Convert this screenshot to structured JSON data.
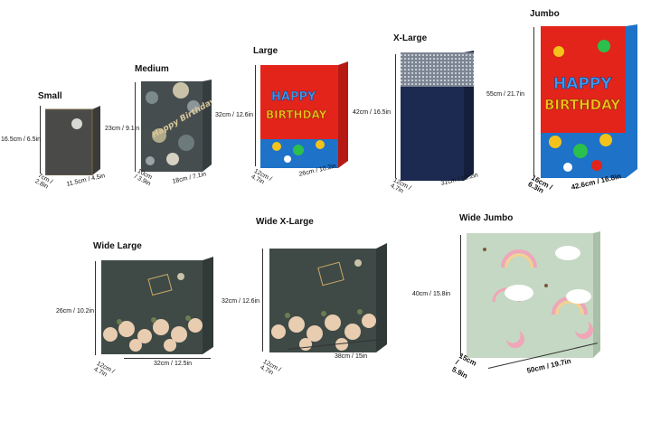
{
  "bags": [
    {
      "name": "Small",
      "height": "16.5cm / 6.5in",
      "width": "11.5cm / 4.5in",
      "depth": "7cm / 2.8in"
    },
    {
      "name": "Medium",
      "height": "23cm / 9.1in",
      "width": "18cm / 7.1in",
      "depth": "10cm / 3.9in"
    },
    {
      "name": "Large",
      "height": "32cm / 12.6in",
      "width": "26cm / 10.2in",
      "depth": "12cm / 4.7in"
    },
    {
      "name": "X-Large",
      "height": "42cm / 16.5in",
      "width": "31cm / 12.2in",
      "depth": "12cm / 4.7in"
    },
    {
      "name": "Jumbo",
      "height": "55cm / 21.7in",
      "width": "42.6cm / 16.8in",
      "depth": "16cm / 6.3in"
    },
    {
      "name": "Wide Large",
      "height": "26cm / 10.2in",
      "width": "32cm / 12.5in",
      "depth": "12cm / 4.7in"
    },
    {
      "name": "Wide X-Large",
      "height": "32cm / 12.6in",
      "width": "38cm / 15in",
      "depth": "12cm / 4.7in"
    },
    {
      "name": "Wide Jumbo",
      "height": "40cm / 15.8in",
      "width": "50cm / 19.7in",
      "depth": "15cm / 5.9in"
    }
  ],
  "print": {
    "happy": "HAPPY",
    "birthday": "BIRTHDAY",
    "script": "Happy Birthday"
  },
  "colors": {
    "red": "#e3241b",
    "navy": "#1c2a52",
    "gunmetal": "#454d4f",
    "mint": "#c4d8c3",
    "darkgreen": "#3f4a47"
  }
}
